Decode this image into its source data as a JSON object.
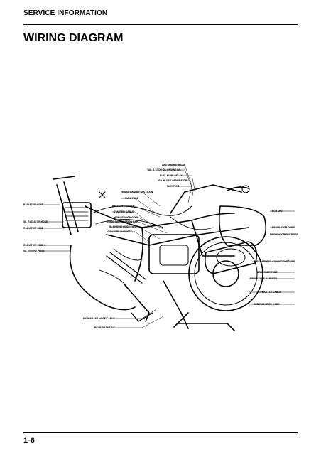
{
  "header": {
    "section": "SERVICE INFORMATION"
  },
  "title": "WIRING DIAGRAM",
  "footer": {
    "page_number": "1-6"
  },
  "callouts": [
    {
      "text": "A/C. ENGINE RELAY"
    },
    {
      "text": "TAIL & STOP, SIL ENGINE R/L"
    },
    {
      "text": "FUEL PUMP RELAY"
    },
    {
      "text": "IGN. PULSE GENERATOR"
    },
    {
      "text": "INJECTOR"
    },
    {
      "text": "FRONT GASKET SOL. MAIN"
    },
    {
      "text": "FUEL TUBE"
    },
    {
      "text": "BATTERY + CABLE"
    },
    {
      "text": "STARTER CABLE"
    },
    {
      "text": "HIGH TENSION CORD"
    },
    {
      "text": "NOISE SUPPRESSION CAP"
    },
    {
      "text": "SIL ENGINE HOSE FOR"
    },
    {
      "text": "MAIN WIRE HARNESS"
    },
    {
      "text": "RADIATOR HOSE"
    },
    {
      "text": "SIL RADIATOR HOSE"
    },
    {
      "text": "RADIATOR HOSE"
    },
    {
      "text": "RADIATOR HOSE C"
    },
    {
      "text": "SIL ENGINE HOSE"
    },
    {
      "text": "ECU UNIT"
    },
    {
      "text": "REGULATOR CORD"
    },
    {
      "text": "REGULATOR RECTIFIER"
    },
    {
      "text": "A/C. HARNESS CONNECTOR TUBE"
    },
    {
      "text": "BREATHER TUBE"
    },
    {
      "text": "DRAIN TUBE HARNESS"
    },
    {
      "text": "THROTTLE CABLE"
    },
    {
      "text": "SUB-RADIATOR HOSE"
    },
    {
      "text": "HIGH BRAKE HOSE/CABLE"
    },
    {
      "text": "REAR BRAKE SOL."
    }
  ]
}
